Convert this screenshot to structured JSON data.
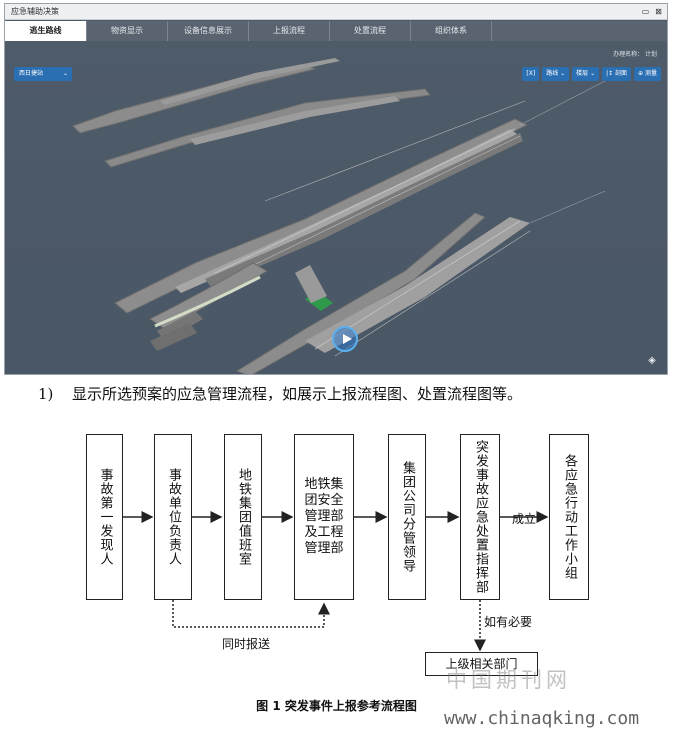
{
  "window": {
    "title": "应急辅助决策",
    "minimize": "▭",
    "close": "⊠"
  },
  "tabs": [
    {
      "label": "逃生路线",
      "active": true
    },
    {
      "label": "物资显示",
      "active": false
    },
    {
      "label": "设备信息展示",
      "active": false
    },
    {
      "label": "上报流程",
      "active": false
    },
    {
      "label": "处置流程",
      "active": false
    },
    {
      "label": "组织体系",
      "active": false
    }
  ],
  "viewport": {
    "user_label": "办理名称： 计划",
    "station_select": {
      "value": "西日捷站",
      "caret": "⌄"
    },
    "toolbar": [
      {
        "icon": "reset-icon",
        "label": "[X]"
      },
      {
        "icon": "route-icon",
        "label": "路线 ⌄"
      },
      {
        "icon": "floor-icon",
        "label": "楼层 ⌄"
      },
      {
        "icon": "section-icon",
        "label": "|↕ 剖面"
      },
      {
        "icon": "measure-icon",
        "label": "⊕ 测量"
      }
    ],
    "play_icon": "play-icon",
    "layers_icon": "layers-icon",
    "layers_glyph": "◈"
  },
  "caption": {
    "number": "1)",
    "text": "显示所选预案的应急管理流程，如展示上报流程图、处置流程图等。"
  },
  "flowchart": {
    "nodes": [
      {
        "id": "n1",
        "label": "事故第一发现人"
      },
      {
        "id": "n2",
        "label": "事故单位负责人"
      },
      {
        "id": "n3",
        "label": "地铁集团值班室"
      },
      {
        "id": "n4",
        "label": "地铁集团安全管理部及工程管理部"
      },
      {
        "id": "n5",
        "label": "集团公司分管领导"
      },
      {
        "id": "n6",
        "label": "突发事故应急处置指挥部"
      },
      {
        "id": "n7",
        "label": "各应急行动工作小组"
      },
      {
        "id": "n8",
        "label": "上级相关部门"
      }
    ],
    "edge_label_establish": "成立",
    "edge_label_simultaneous": "同时报送",
    "edge_label_if_needed": "如有必要",
    "figure_caption": "图 1  突发事件上报参考流程图"
  },
  "watermark": {
    "cn": "中国期刊网",
    "url": "www.chinaqking.com"
  },
  "colors": {
    "viewport_bg": "#4d5a68",
    "accent": "#2b6fb3",
    "tab_bar": "#5a6470",
    "play_ring": "#5ab0ee"
  }
}
